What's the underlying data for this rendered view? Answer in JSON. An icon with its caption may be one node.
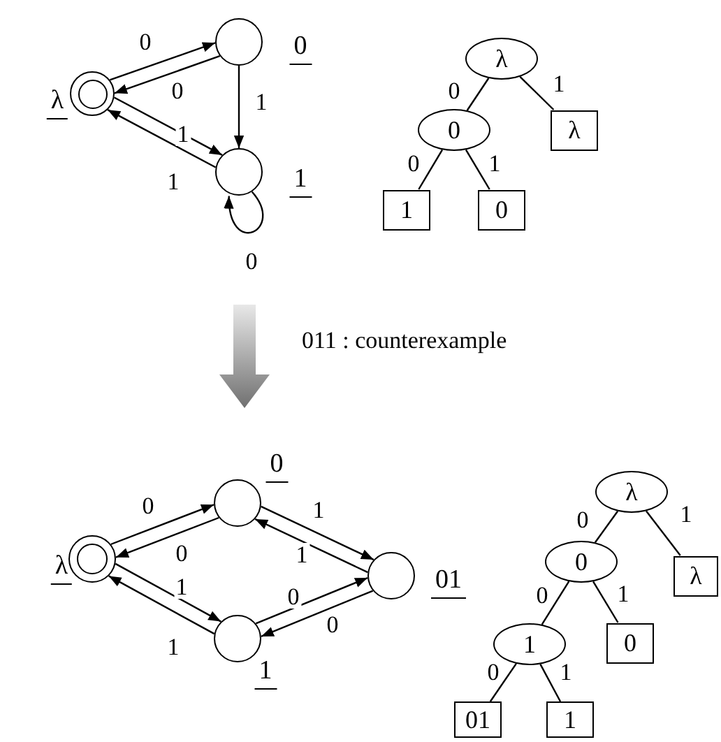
{
  "diagram": {
    "nodes": [
      {
        "text": [],
        "shape": "circle",
        "beside": [
          "λ"
        ]
      },
      {
        "text": [],
        "shape": "circle",
        "beside": [
          "0"
        ]
      },
      {
        "text": [],
        "shape": "circle",
        "beside": [
          "1"
        ]
      },
      {
        "text": [
          "λ"
        ]
      },
      {
        "text": [
          "0"
        ]
      },
      {
        "text": [
          "λ"
        ]
      },
      {
        "text": [
          "1"
        ]
      },
      {
        "text": [
          "0"
        ]
      },
      {
        "text": [],
        "shape": "circle",
        "beside": [
          "λ"
        ]
      },
      {
        "text": [],
        "shape": "circle",
        "beside": [
          "0"
        ]
      },
      {
        "text": [],
        "shape": "circle",
        "beside": [
          "1"
        ]
      },
      {
        "text": [],
        "shape": "circle",
        "beside": [
          "01"
        ]
      },
      {
        "text": [
          "λ"
        ]
      },
      {
        "text": [
          "0"
        ]
      },
      {
        "text": [
          "λ"
        ]
      },
      {
        "text": [
          "1"
        ]
      },
      {
        "text": [
          "0"
        ]
      },
      {
        "text": [
          "01"
        ]
      },
      {
        "text": [
          "1"
        ]
      }
    ],
    "edges": [
      {
        "from": 0,
        "to": 1,
        "arrow": "to",
        "label": "0"
      },
      {
        "from": 1,
        "to": 0,
        "arrow": "to",
        "label": "0"
      },
      {
        "from": 1,
        "to": 2,
        "arrow": "to",
        "label": "1"
      },
      {
        "from": 0,
        "to": 2,
        "arrow": "to",
        "label": "1"
      },
      {
        "from": 2,
        "to": 0,
        "arrow": "to",
        "label": "1"
      },
      {
        "from": 2,
        "to": 2,
        "arrow": "to",
        "label": "0"
      },
      {
        "from": 3,
        "to": 4,
        "arrow": "none",
        "label": "0"
      },
      {
        "from": 3,
        "to": 5,
        "arrow": "none",
        "label": "1"
      },
      {
        "from": 4,
        "to": 6,
        "arrow": "none",
        "label": "0"
      },
      {
        "from": 4,
        "to": 7,
        "arrow": "none",
        "label": "1"
      },
      {
        "from": 8,
        "to": 9,
        "arrow": "to",
        "label": "0"
      },
      {
        "from": 9,
        "to": 8,
        "arrow": "to",
        "label": "0"
      },
      {
        "from": 8,
        "to": 10,
        "arrow": "to",
        "label": "1"
      },
      {
        "from": 10,
        "to": 8,
        "arrow": "to",
        "label": "1"
      },
      {
        "from": 9,
        "to": 11,
        "arrow": "to",
        "label": "1"
      },
      {
        "from": 11,
        "to": 9,
        "arrow": "to",
        "label": "1"
      },
      {
        "from": 10,
        "to": 11,
        "arrow": "to",
        "label": "0"
      },
      {
        "from": 11,
        "to": 10,
        "arrow": "to",
        "label": "0"
      },
      {
        "from": 12,
        "to": 13,
        "arrow": "none",
        "label": "0"
      },
      {
        "from": 12,
        "to": 14,
        "arrow": "none",
        "label": "1"
      },
      {
        "from": 13,
        "to": 15,
        "arrow": "none",
        "label": "0"
      },
      {
        "from": 13,
        "to": 16,
        "arrow": "none",
        "label": "1"
      },
      {
        "from": 15,
        "to": 17,
        "arrow": "none",
        "label": "0"
      },
      {
        "from": 15,
        "to": 18,
        "arrow": "none",
        "label": "1"
      }
    ],
    "labels": [
      "011 : counterexample"
    ]
  }
}
